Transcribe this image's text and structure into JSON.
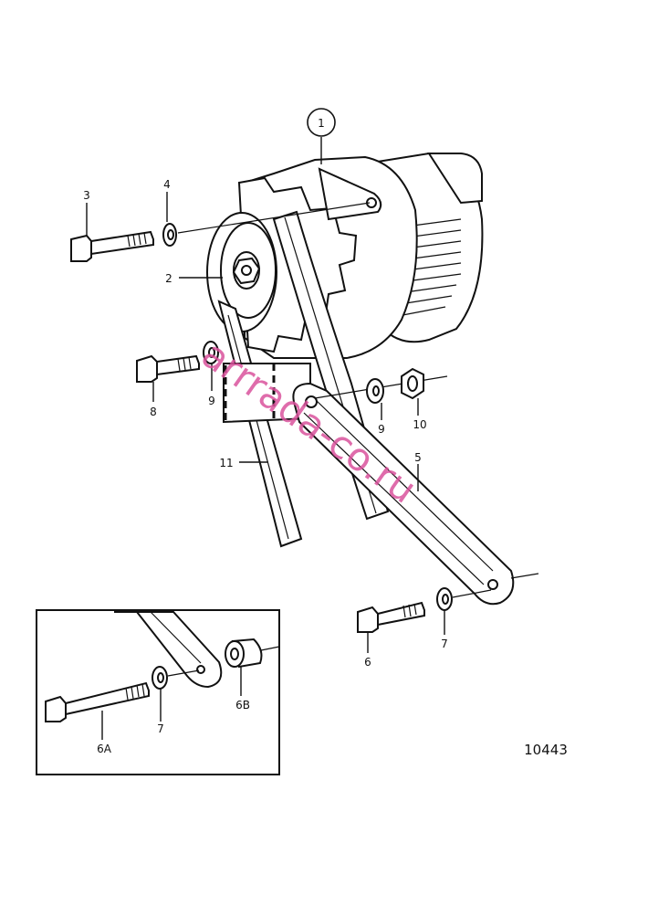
{
  "diagram": {
    "callouts": {
      "c1": "1",
      "c2": "2",
      "c3": "3",
      "c4": "4",
      "c5": "5",
      "c6": "6",
      "c7": "7",
      "c8": "8",
      "c9a": "9",
      "c9b": "9",
      "c10": "10",
      "c11": "11",
      "c7b": "7",
      "c6a": "6A",
      "c6b": "6B"
    },
    "figure_number": "10443",
    "watermark": "arrrada-co.ru",
    "colors": {
      "line": "#111111",
      "background": "#ffffff",
      "watermark": "#d9529c"
    }
  }
}
